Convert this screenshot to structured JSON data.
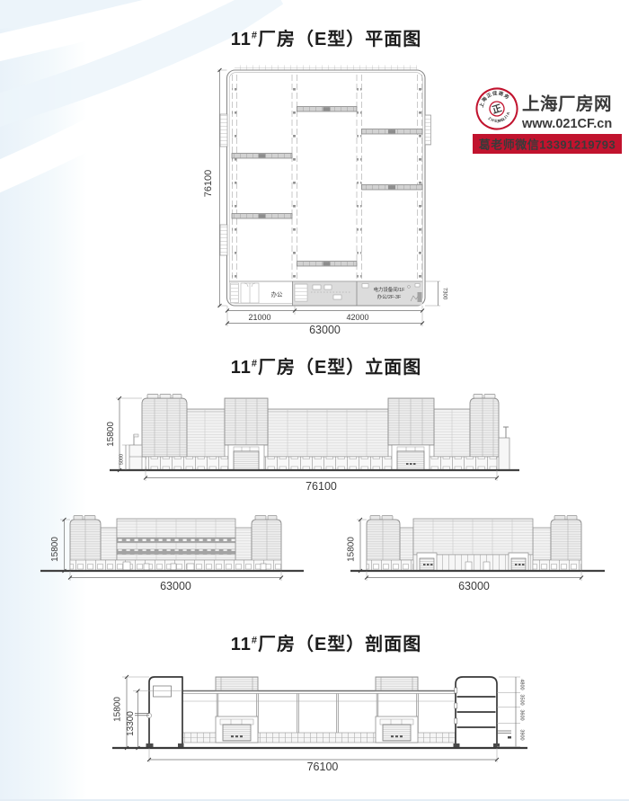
{
  "titles": {
    "plan": {
      "num": "11",
      "hash": "#",
      "rest": "厂房（E型）平面图"
    },
    "elevation": {
      "num": "11",
      "hash": "#",
      "rest": "厂房（E型）立面图"
    },
    "section": {
      "num": "11",
      "hash": "#",
      "rest": "厂房（E型）剖面图"
    }
  },
  "stamp": {
    "brand": "上海厂房网",
    "url": "www.021CF.cn",
    "banner": "葛老师微信13391219793",
    "seal_top": "上海正佳商务",
    "seal_char": "正",
    "seal_year": "2004",
    "seal_bottom": "ZHENGJIA",
    "red": "#c1132e"
  },
  "plan": {
    "dims": {
      "height": "76100",
      "seg_left": "21000",
      "seg_right": "42000",
      "total": "63000",
      "side": "7300"
    },
    "rooms": {
      "office": "办公",
      "power1": "电力设备间/1F",
      "power2": "办公/2F-3F"
    }
  },
  "elev_main": {
    "dims": {
      "height": "15800",
      "low": "5000",
      "width": "76100"
    }
  },
  "elev_a": {
    "dims": {
      "height": "15800",
      "width": "63000"
    }
  },
  "elev_b": {
    "dims": {
      "height": "15800",
      "width": "63000"
    }
  },
  "section": {
    "dims": {
      "height": "15800",
      "inner": "13300",
      "width": "76100",
      "r1": "4800",
      "r2": "3500",
      "r3": "3600",
      "r4": "3900"
    }
  }
}
